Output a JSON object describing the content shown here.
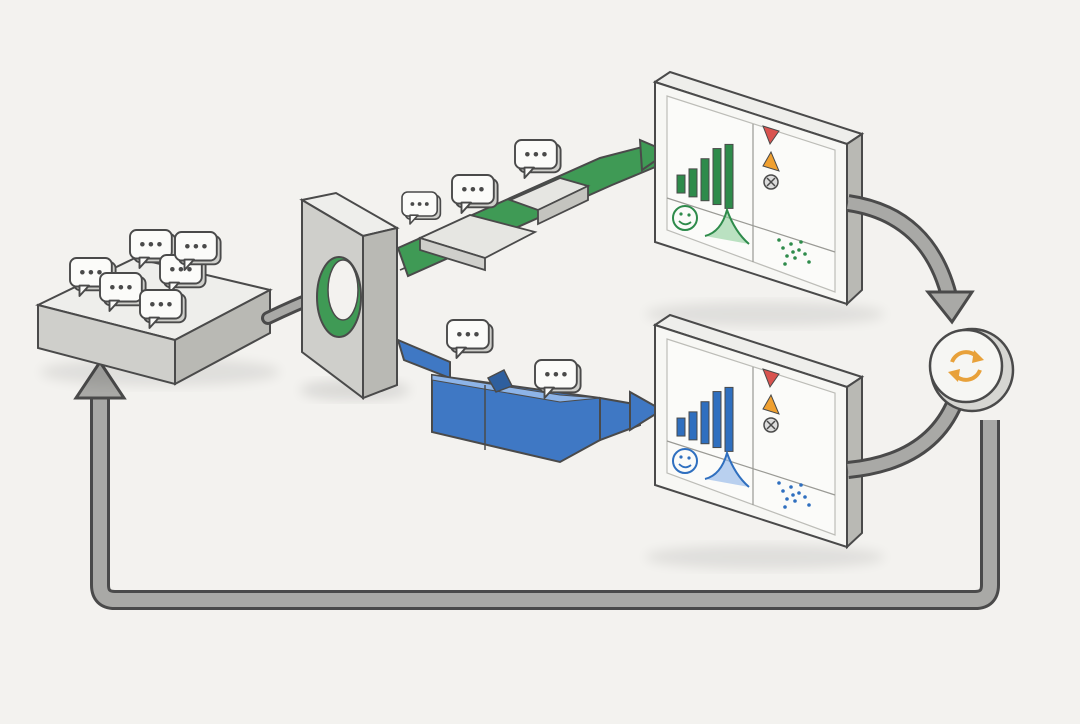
{
  "palette": {
    "paper": "#f3f2ef",
    "pencil": "#4a4a4a",
    "box_top": "#eeeeeb",
    "box_side": "#cfcfcb",
    "box_dark": "#b9b9b4",
    "green": "#3f9a55",
    "green_light": "#8fd19b",
    "blue": "#3f78c4",
    "blue_light": "#8db4e8",
    "bar_green": "#2e8b4b",
    "bar_blue": "#2f6fbf",
    "red": "#d9534f",
    "amber": "#f0a030",
    "gray_icon": "#777777",
    "orange": "#e8a13a",
    "arrow_fill": "#a9a9a6"
  },
  "icons": {
    "message": "speech-bubble-icon",
    "warning": "warning-triangle-icon",
    "alert": "red-triangle-icon",
    "error": "x-circle-icon",
    "happy": "smiley-icon",
    "distribution": "bell-curve-icon",
    "scatter": "scatter-dots-icon",
    "bars": "bar-chart-icon",
    "refresh": "refresh-icon"
  },
  "stages": [
    {
      "id": "message-pool",
      "messages": 6
    },
    {
      "id": "splitter"
    },
    {
      "id": "green-branch",
      "messages": 3
    },
    {
      "id": "blue-branch",
      "messages": 2
    },
    {
      "id": "green-dashboard"
    },
    {
      "id": "blue-dashboard"
    },
    {
      "id": "refresh-node"
    }
  ]
}
